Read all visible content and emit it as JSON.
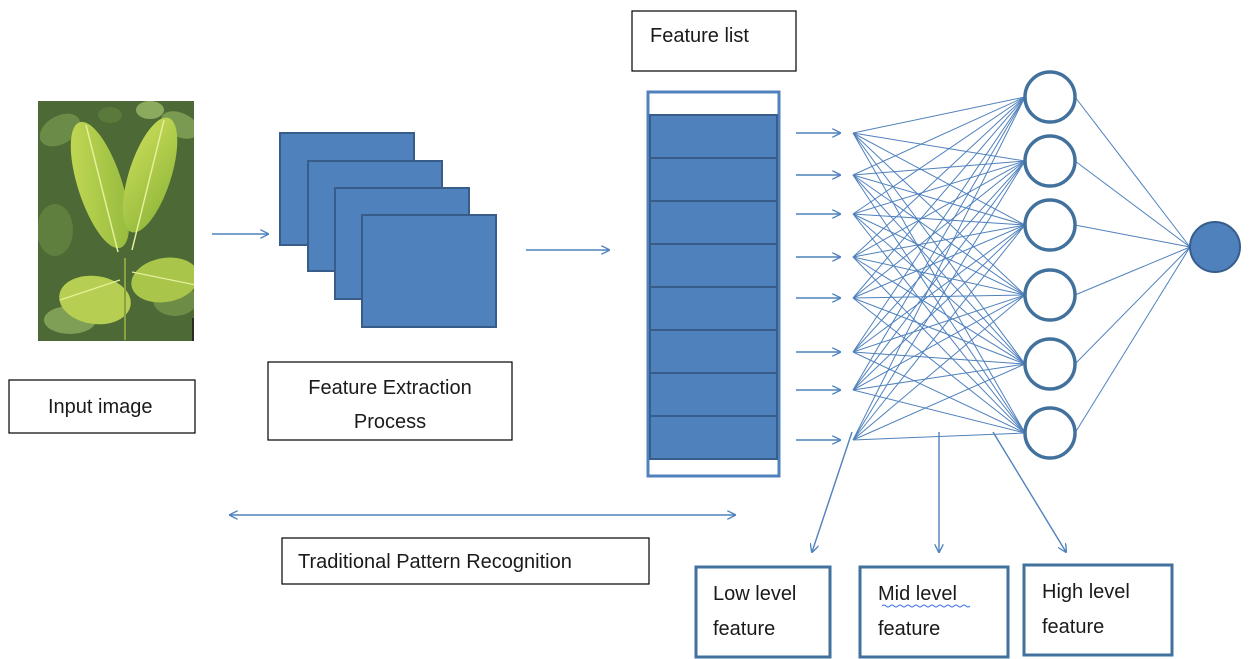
{
  "colors": {
    "blue_fill": "#4f81bd",
    "blue_stroke": "#41719c",
    "line_blue": "#4f81bd",
    "leaf_dark": "#4a6b32",
    "leaf_light": "#b8d24a"
  },
  "labels": {
    "input_image": "Input image",
    "feature_extraction_line1": "Feature Extraction",
    "feature_extraction_line2": "Process",
    "feature_list": "Feature list",
    "traditional_pattern_recognition": "Traditional Pattern Recognition",
    "low_level_line1": "Low level",
    "low_level_line2": "feature",
    "mid_level_line1": "Mid level",
    "mid_level_line2": "feature",
    "high_level_line1": "High level",
    "high_level_line2": "feature"
  },
  "image": {
    "subject": "leaf-photo"
  },
  "feature_list": {
    "filled_cells": 8
  },
  "network": {
    "input_nodes": 8,
    "hidden_nodes": 6,
    "output_nodes": 1
  }
}
